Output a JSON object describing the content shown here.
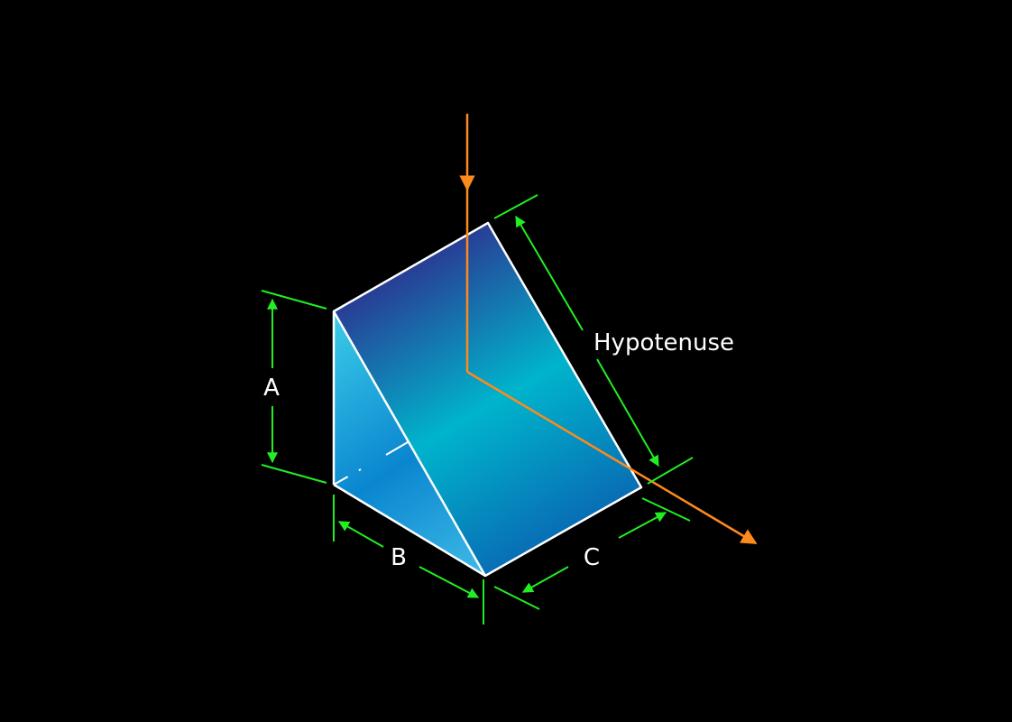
{
  "labels": {
    "a": "A",
    "b": "B",
    "c": "C",
    "hypotenuse": "Hypotenuse"
  },
  "colors": {
    "background": "#000000",
    "dimension": "#22ee22",
    "beam": "#ff8a1c",
    "edge": "#ffffff",
    "face_dark": "#2d2f8e",
    "face_mid": "#00b4cc",
    "face_light": "#0a7fc4"
  }
}
